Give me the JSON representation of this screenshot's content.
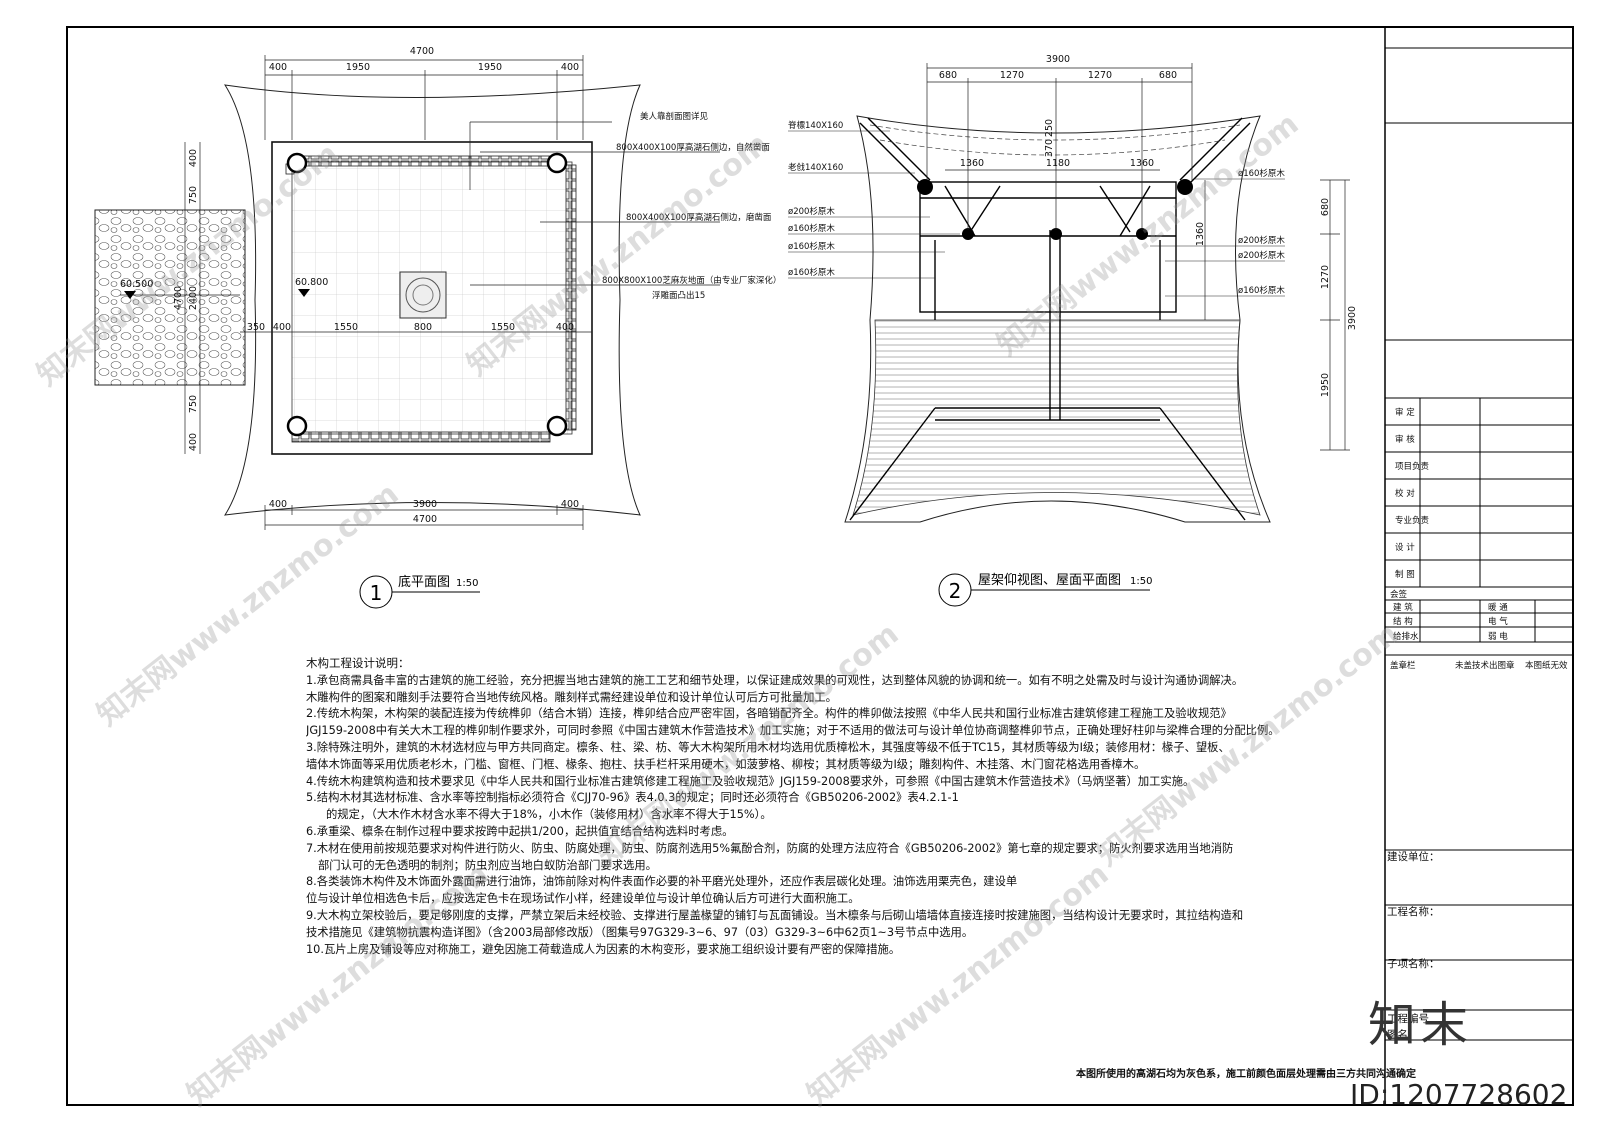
{
  "plan1": {
    "number": "1",
    "title": "底平面图",
    "scale": "1:50",
    "dims_top_total": "4700",
    "dims_top": [
      "400",
      "1950",
      "1950",
      "400"
    ],
    "dims_bottom_inner": [
      "400",
      "3900",
      "400"
    ],
    "dims_bottom_total": "4700",
    "dims_left": [
      "400",
      "750",
      "2400",
      "750",
      "400"
    ],
    "dims_left_total": "4700",
    "dims_center": [
      "350",
      "400",
      "1550",
      "800",
      "1550",
      "400"
    ],
    "levels": [
      "60.500",
      "60.800"
    ],
    "callouts": [
      "美人靠剖面图详见",
      "800X400X100厚高湖石侧边，自然凿面",
      "800X400X100厚高湖石侧边，磨凿面",
      "800X800X100芝麻灰地面（由专业厂家深化）",
      "浮雕面凸出15"
    ]
  },
  "plan2": {
    "number": "2",
    "title": "屋架仰视图、屋面平面图",
    "scale": "1:50",
    "dims_top_total": "3900",
    "dims_top": [
      "680",
      "1270",
      "1270",
      "680"
    ],
    "dims_inner": [
      "1360",
      "1180",
      "1360"
    ],
    "dim_vertical_small": "370",
    "dim_vertical_small2": "250",
    "dims_right": [
      "680",
      "1270",
      "1950"
    ],
    "dims_right_total": "3900",
    "dim_right_inner": "1360",
    "labels_left": [
      "脊標140X160",
      "老戗140X160",
      "ø200杉原木",
      "ø160杉原木",
      "ø160杉原木",
      "ø160杉原木"
    ],
    "labels_right": [
      "ø160杉原木",
      "ø200杉原木",
      "ø200杉原木",
      "ø160杉原木"
    ]
  },
  "notes": {
    "title": "木构工程设计说明：",
    "lines": [
      "1.承包商需具备丰富的古建筑的施工经验，充分把握当地古建筑的施工工艺和细节处理，以保证建成效果的可观性，达到整体风貌的协调和统一。如有不明之处需及时与设计沟通协调解决。",
      "木雕构件的图案和雕刻手法要符合当地传统风格。雕刻样式需经建设单位和设计单位认可后方可批量加工。",
      "2.传统木构架，木构架的装配连接为传统榫卯（结合木销）连接，榫卯结合应严密牢固，各暗销配齐全。构件的榫卯做法按照《中华人民共和国行业标准古建筑修建工程施工及验收规范》",
      "JGJ159-2008中有关大木工程的榫卯制作要求外，可同时参照《中国古建筑木作营造技术》加工实施；对于不适用的做法可与设计单位协商调整榫卯节点，正确处理好柱卯与梁榫合理的分配比例。",
      "3.除特殊注明外，建筑的木材选材应与甲方共同商定。檩条、柱、梁、枋、等大木构架所用木材均选用优质樟松木，其强度等级不低于TC15，其材质等级为I级；装修用材：椽子、望板、",
      "墙体木饰面等采用优质老杉木，门槛、窗框、门框、椽条、抱柱、扶手栏杆采用硬木，如菠萝格、柳桉；其材质等级为I级；雕刻构件、木挂落、木门窗花格选用香樟木。",
      "4.传统木构建筑构造和技术要求见《中华人民共和国行业标准古建筑修建工程施工及验收规范》JGJ159-2008要求外，可参照《中国古建筑木作营造技术》（马炳坚著）加工实施。",
      "5.结构木材其选材标准、含水率等控制指标必须符合《CJJ70-96》表4.0.3的规定；同时还必须符合《GB50206-2002》表4.2.1-1",
      "的规定，（大木作木材含水率不得大于18%，小木作（装修用材）含水率不得大于15%）。",
      "6.承重梁、檩条在制作过程中要求按跨中起拱1/200，起拱值宜结合结构选料时考虑。",
      "7.木材在使用前按规范要求对构件进行防火、防虫、防腐处理，防虫、防腐剂选用5%氟酚合剂，防腐的处理方法应符合《GB50206-2002》第七章的规定要求；防火剂要求选用当地消防",
      "部门认可的无色透明的制剂；防虫剂应当地白蚁防治部门要求选用。",
      "8.各类装饰木构件及木饰面外露面需进行油饰，油饰前除对构件表面作必要的补平磨光处理外，还应作表层碳化处理。油饰选用栗壳色，建设单",
      "位与设计单位相选色卡后，应按选定色卡在现场试作小样，经建设单位与设计单位确认后方可进行大面积施工。",
      "9.大木构立架校验后，要足够刚度的支撑，严禁立架后未经校验、支撑进行屋盖椽望的铺钉与瓦面铺设。当木檩条与后砌山墙墙体直接连接时按建施图，当结构设计无要求时，其拉结构造和",
      "技术措施见《建筑物抗震构造详图》（含2003局部修改版）（图集号97G329-3~6、97（03）G329-3~6中62页1~3号节点中选用。",
      "10.瓦片上房及铺设等应对称施工，避免因施工荷载造成人为因素的木构变形，要求施工组织设计要有严密的保障措施。"
    ]
  },
  "footnote": "本图所使用的高湖石均为灰色系，施工前颜色面层处理需由三方共同沟通确定",
  "title_block": {
    "roles": [
      "审 定",
      "审 核",
      "项目负责",
      "校 对",
      "专业负责",
      "设 计",
      "制 图"
    ],
    "countersign_label": "会签",
    "countersign": [
      [
        "建 筑",
        "暖 通"
      ],
      [
        "结 构",
        "电 气"
      ],
      [
        "给排水",
        "弱 电"
      ]
    ],
    "stamp_label": "盖章栏",
    "stamp_note_1": "未盖技术出图章",
    "stamp_note_2": "本图纸无效",
    "client_label": "建设单位：",
    "project_label": "工程名称：",
    "subitem_label": "子项名称：",
    "project_no_label": "工程编号",
    "drawing_label": "图名"
  },
  "brand": "知末",
  "id_tag": "ID:1207728602",
  "watermark": "知末网www.znzmo.com"
}
